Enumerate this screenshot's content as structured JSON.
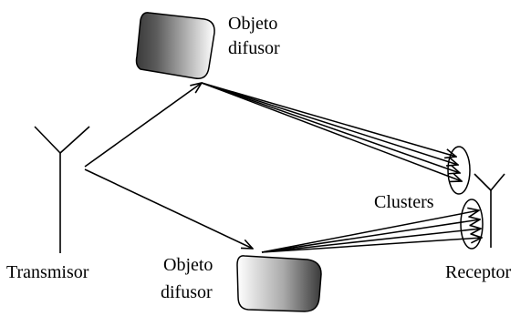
{
  "diagram": {
    "scatterer_top": {
      "label_line1": "Objeto",
      "label_line2": "difusor"
    },
    "scatterer_bottom": {
      "label_line1": "Objeto",
      "label_line2": "difusor"
    },
    "transmitter": {
      "label": "Transmisor"
    },
    "receiver": {
      "label": "Receptor"
    },
    "clusters": {
      "label": "Clusters"
    }
  },
  "colors": {
    "stroke": "#000000",
    "background": "#ffffff",
    "gradient_dark": "#3a3a3a",
    "gradient_light": "#ffffff"
  }
}
